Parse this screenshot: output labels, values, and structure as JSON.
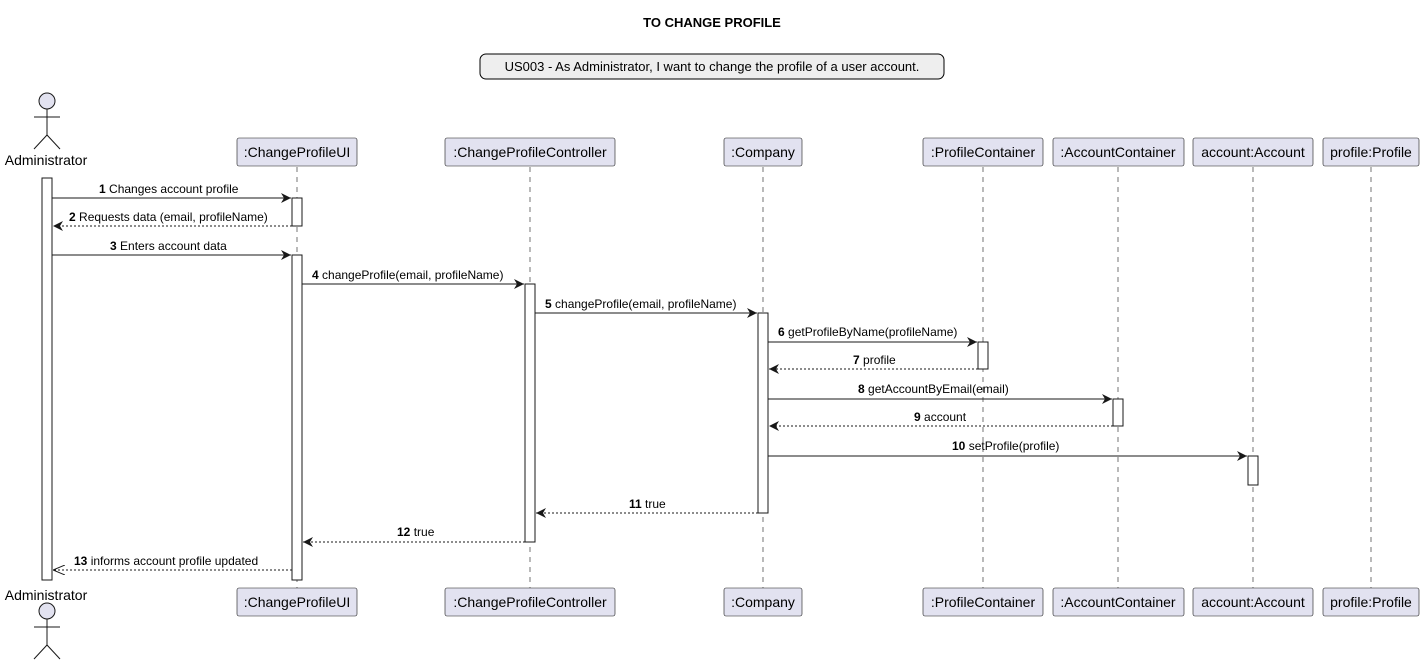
{
  "diagram": {
    "title": "TO CHANGE PROFILE",
    "note": "US003 - As Administrator, I want to change the profile of a user account.",
    "colors": {
      "participant_fill": "#e2e2f0",
      "note_fill": "#eeeeee",
      "line": "#181818",
      "activation_fill": "#ffffff"
    },
    "actor": {
      "name": "Administrator",
      "icon": "stick-figure-icon"
    },
    "participants": [
      {
        "name": ":ChangeProfileUI"
      },
      {
        "name": ":ChangeProfileController"
      },
      {
        "name": ":Company"
      },
      {
        "name": ":ProfileContainer"
      },
      {
        "name": ":AccountContainer"
      },
      {
        "name": "account:Account"
      },
      {
        "name": "profile:Profile"
      }
    ],
    "messages": [
      {
        "num": "1",
        "label": "Changes account profile",
        "from": "Administrator",
        "to": ":ChangeProfileUI",
        "style": "sync"
      },
      {
        "num": "2",
        "label": "Requests data (email, profileName)",
        "from": ":ChangeProfileUI",
        "to": "Administrator",
        "style": "return"
      },
      {
        "num": "3",
        "label": "Enters account data",
        "from": "Administrator",
        "to": ":ChangeProfileUI",
        "style": "sync"
      },
      {
        "num": "4",
        "label": "changeProfile(email, profileName)",
        "from": ":ChangeProfileUI",
        "to": ":ChangeProfileController",
        "style": "sync"
      },
      {
        "num": "5",
        "label": "changeProfile(email, profileName)",
        "from": ":ChangeProfileController",
        "to": ":Company",
        "style": "sync"
      },
      {
        "num": "6",
        "label": "getProfileByName(profileName)",
        "from": ":Company",
        "to": ":ProfileContainer",
        "style": "sync"
      },
      {
        "num": "7",
        "label": "profile",
        "from": ":ProfileContainer",
        "to": ":Company",
        "style": "return"
      },
      {
        "num": "8",
        "label": "getAccountByEmail(email)",
        "from": ":Company",
        "to": ":AccountContainer",
        "style": "sync"
      },
      {
        "num": "9",
        "label": "account",
        "from": ":AccountContainer",
        "to": ":Company",
        "style": "return"
      },
      {
        "num": "10",
        "label": "setProfile(profile)",
        "from": ":Company",
        "to": "account:Account",
        "style": "sync"
      },
      {
        "num": "11",
        "label": "true",
        "from": ":Company",
        "to": ":ChangeProfileController",
        "style": "return"
      },
      {
        "num": "12",
        "label": "true",
        "from": ":ChangeProfileController",
        "to": ":ChangeProfileUI",
        "style": "return"
      },
      {
        "num": "13",
        "label": "informs account profile updated",
        "from": ":ChangeProfileUI",
        "to": "Administrator",
        "style": "return-open"
      }
    ]
  }
}
